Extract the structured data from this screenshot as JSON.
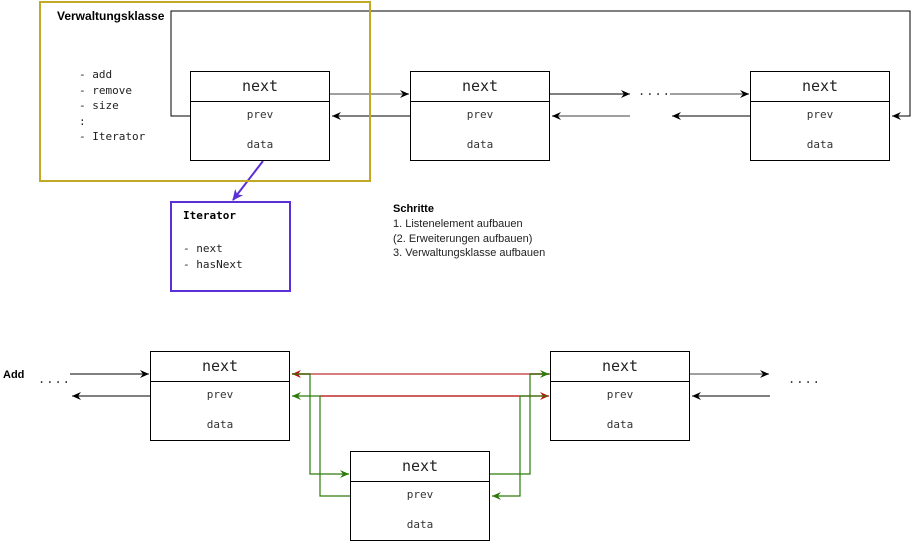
{
  "colors": {
    "line": "#000000",
    "line_gray": "#808080",
    "management_border": "#c2a925",
    "iterator_border": "#5b2fd6",
    "green": "#2d7a0a",
    "green_light": "#8fbf7a",
    "red": "#b00000",
    "red_light": "#d97e7e",
    "brown": "#8b5a3c"
  },
  "management_class": {
    "title": "Verwaltungsklasse",
    "methods": "- add\n- remove\n- size\n:\n- Iterator"
  },
  "iterator": {
    "title": "Iterator",
    "methods": "- next\n- hasNext"
  },
  "steps": {
    "title": "Schritte",
    "items": "1. Listenelement aufbauen\n(2. Erweiterungen aufbauen)\n3. Verwaltungsklasse aufbauen"
  },
  "top_list": {
    "nodes": [
      {
        "next": "next",
        "prev": "prev",
        "data": "data"
      },
      {
        "next": "next",
        "prev": "prev",
        "data": "data"
      },
      {
        "next": "next",
        "prev": "prev",
        "data": "data"
      }
    ],
    "ellipsis": "...."
  },
  "add_diagram": {
    "label": "Add",
    "left_ellipsis": "....",
    "right_ellipsis": "....",
    "nodes": [
      {
        "next": "next",
        "prev": "prev",
        "data": "data"
      },
      {
        "next": "next",
        "prev": "prev",
        "data": "data"
      },
      {
        "next": "next",
        "prev": "prev",
        "data": "data"
      }
    ]
  }
}
